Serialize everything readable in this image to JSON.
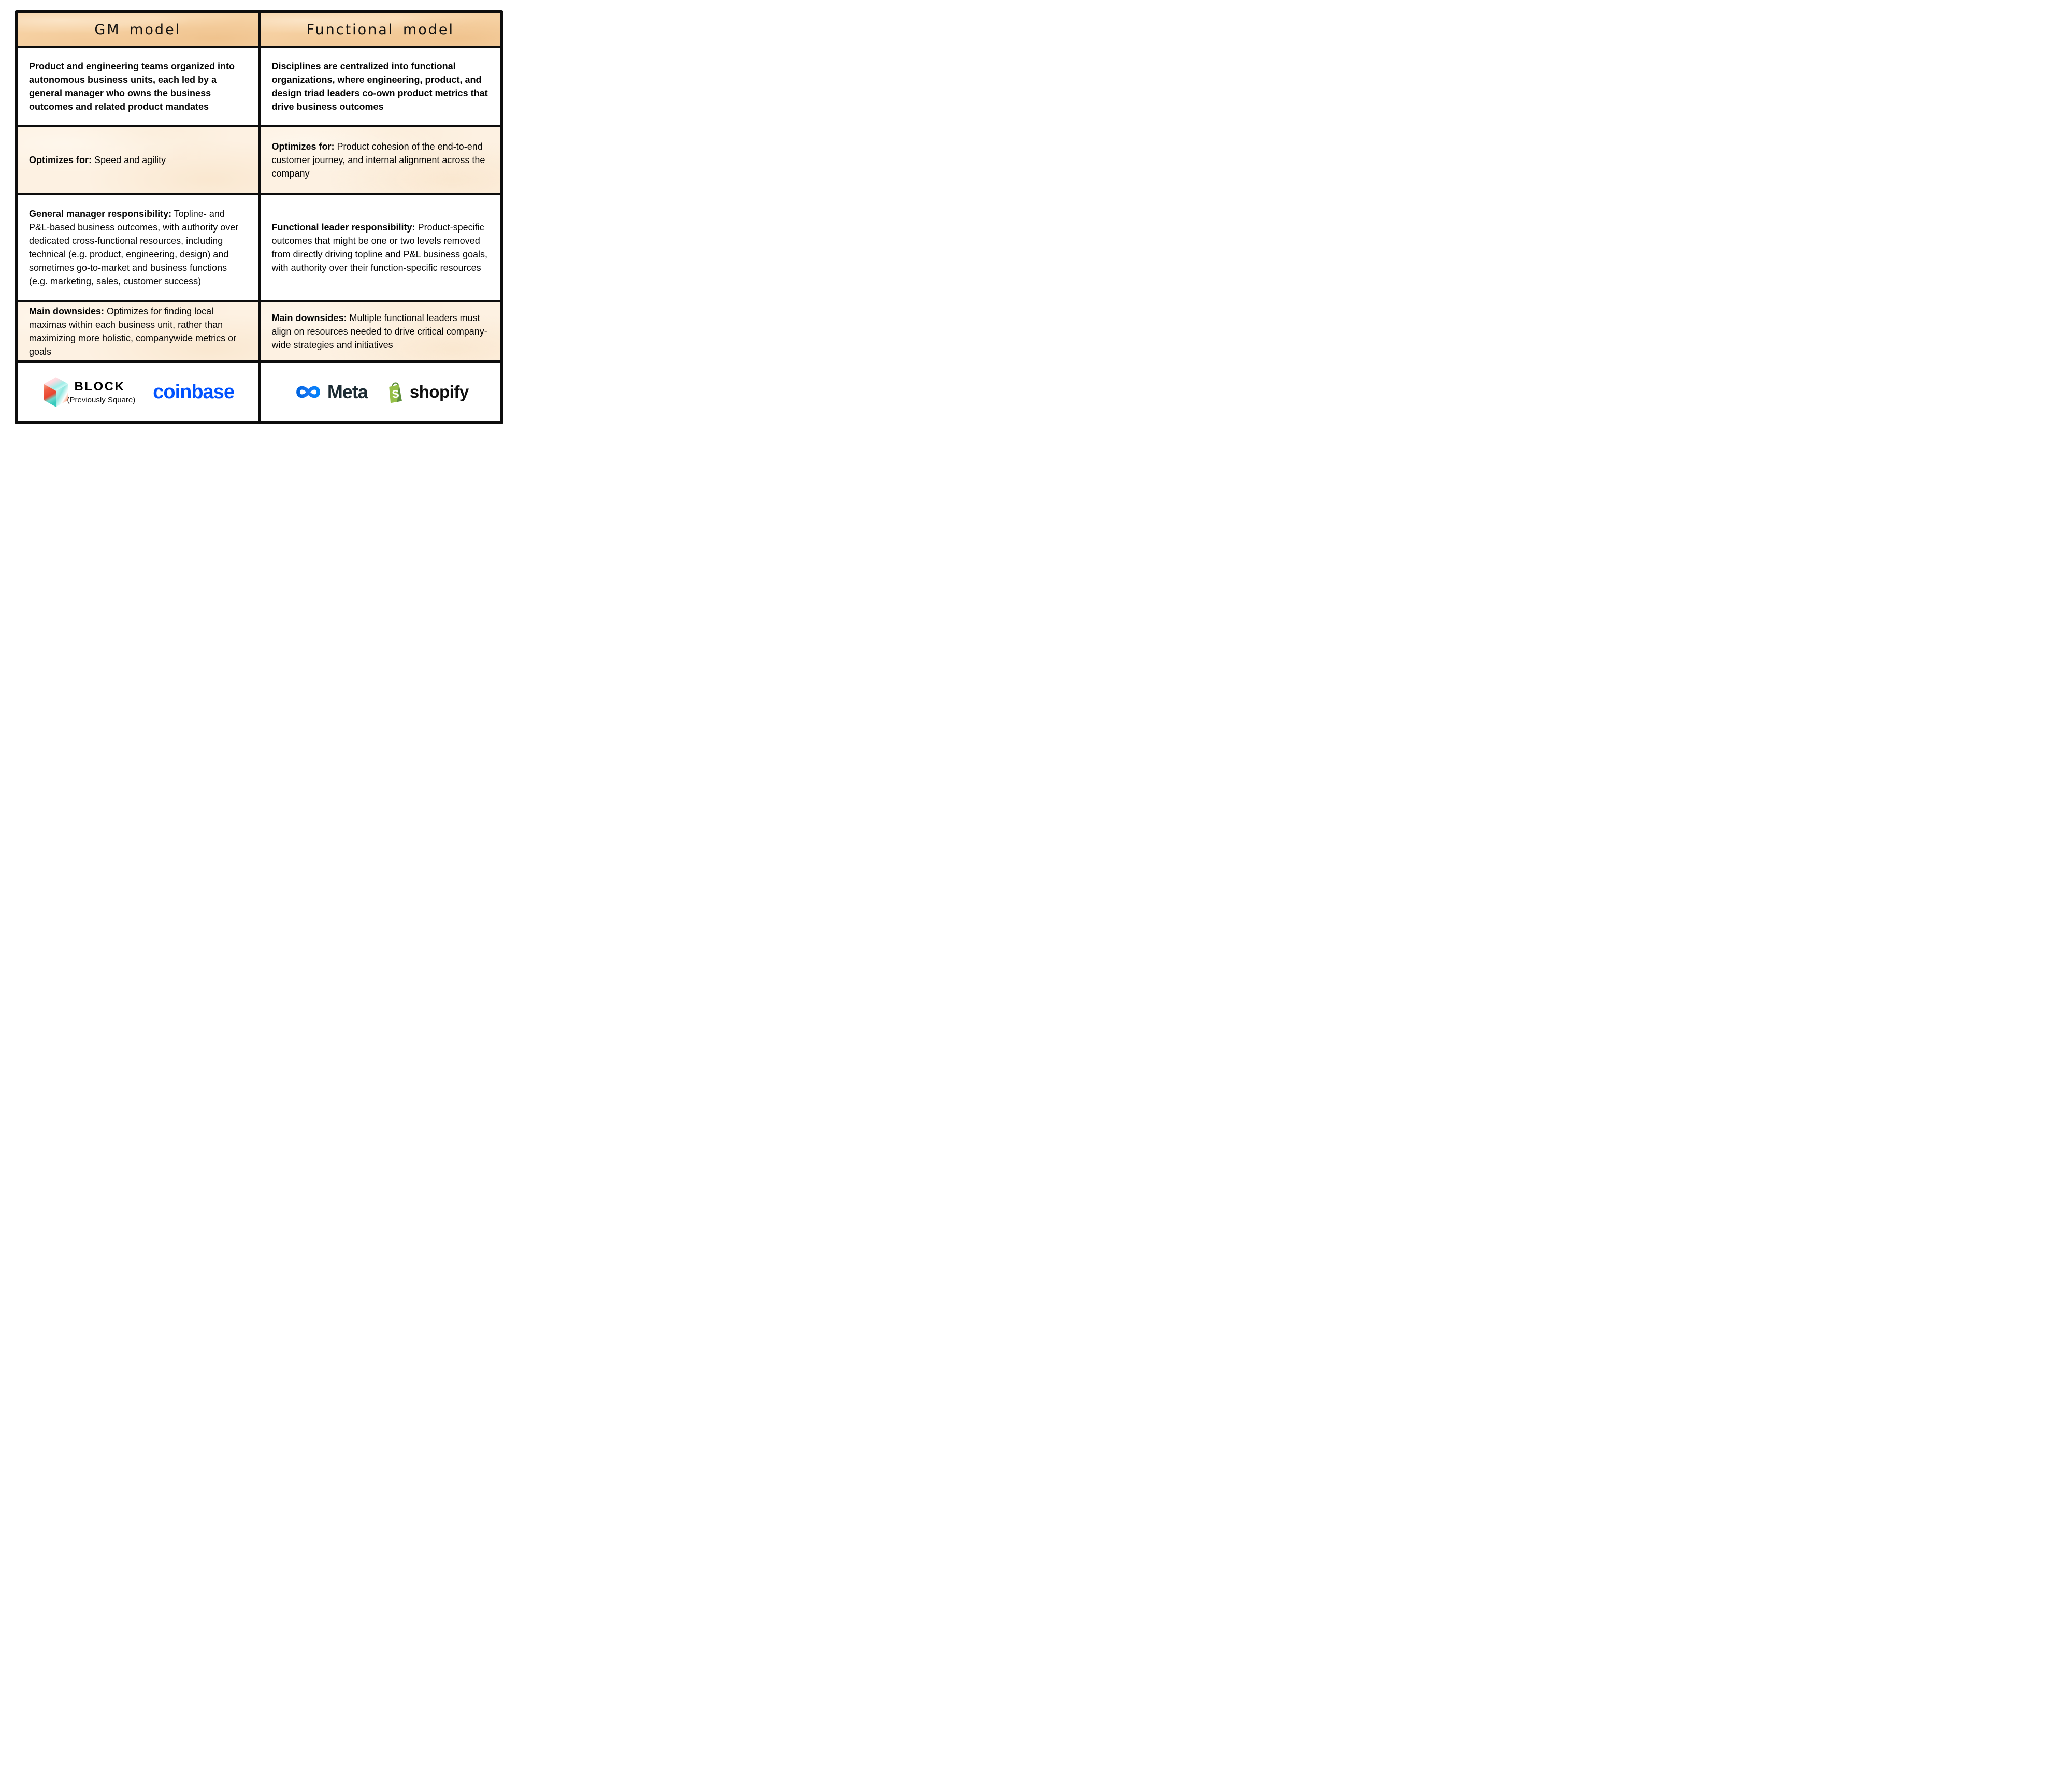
{
  "colors": {
    "header_bg": "#f6d1a3",
    "header_bg_deep": "#f0c28c",
    "row_peach": "#fdf1e2",
    "row_peach_deep": "#f9e6d0",
    "border": "#0d0d0d",
    "coinbase_blue": "#0052ff",
    "meta_blue_start": "#0064e0",
    "meta_blue_end": "#0082fb",
    "meta_text": "#1c2b33",
    "shopify_green": "#95bf47",
    "shopify_green_dark": "#5e8e3e",
    "block_text": "#000000"
  },
  "headers": {
    "left": "GM model",
    "right": "Functional model"
  },
  "rows": [
    {
      "left": {
        "text": "Product and engineering teams organized into autonomous business units, each led by a general manager who owns the business outcomes and related product mandates"
      },
      "right": {
        "text": "Disciplines are centralized into functional organizations, where engineering, product, and design triad leaders co-own product metrics that drive business outcomes"
      }
    },
    {
      "left": {
        "label": "Optimizes for:",
        "text": "Speed and agility"
      },
      "right": {
        "label": "Optimizes for:",
        "text": "Product cohesion of the end-to-end customer journey, and internal alignment across the company"
      }
    },
    {
      "left": {
        "label": "General manager responsibility:",
        "text": "Topline- and P&L-based business outcomes, with authority over dedicated cross-functional resources, including technical (e.g. product, engineering, design) and sometimes go-to-market and business functions (e.g. marketing, sales, customer success)"
      },
      "right": {
        "label": "Functional leader responsibility:",
        "text": "Product-specific outcomes that might be one or two levels removed from directly driving topline and P&L business goals, with authority over their function-specific resources"
      }
    },
    {
      "left": {
        "label": "Main downsides:",
        "text": "Optimizes for finding local maximas within each business unit, rather than maximizing more holistic, companywide metrics or goals"
      },
      "right": {
        "label": "Main downsides:",
        "text": "Multiple functional leaders must align on resources needed to drive critical company-wide strategies and initiatives"
      }
    }
  ],
  "logos": {
    "gm": {
      "block": {
        "name": "BLOCK",
        "subtitle": "(Previously Square)"
      },
      "coinbase": "coinbase"
    },
    "functional": {
      "meta": "Meta",
      "shopify": "shopify"
    }
  }
}
